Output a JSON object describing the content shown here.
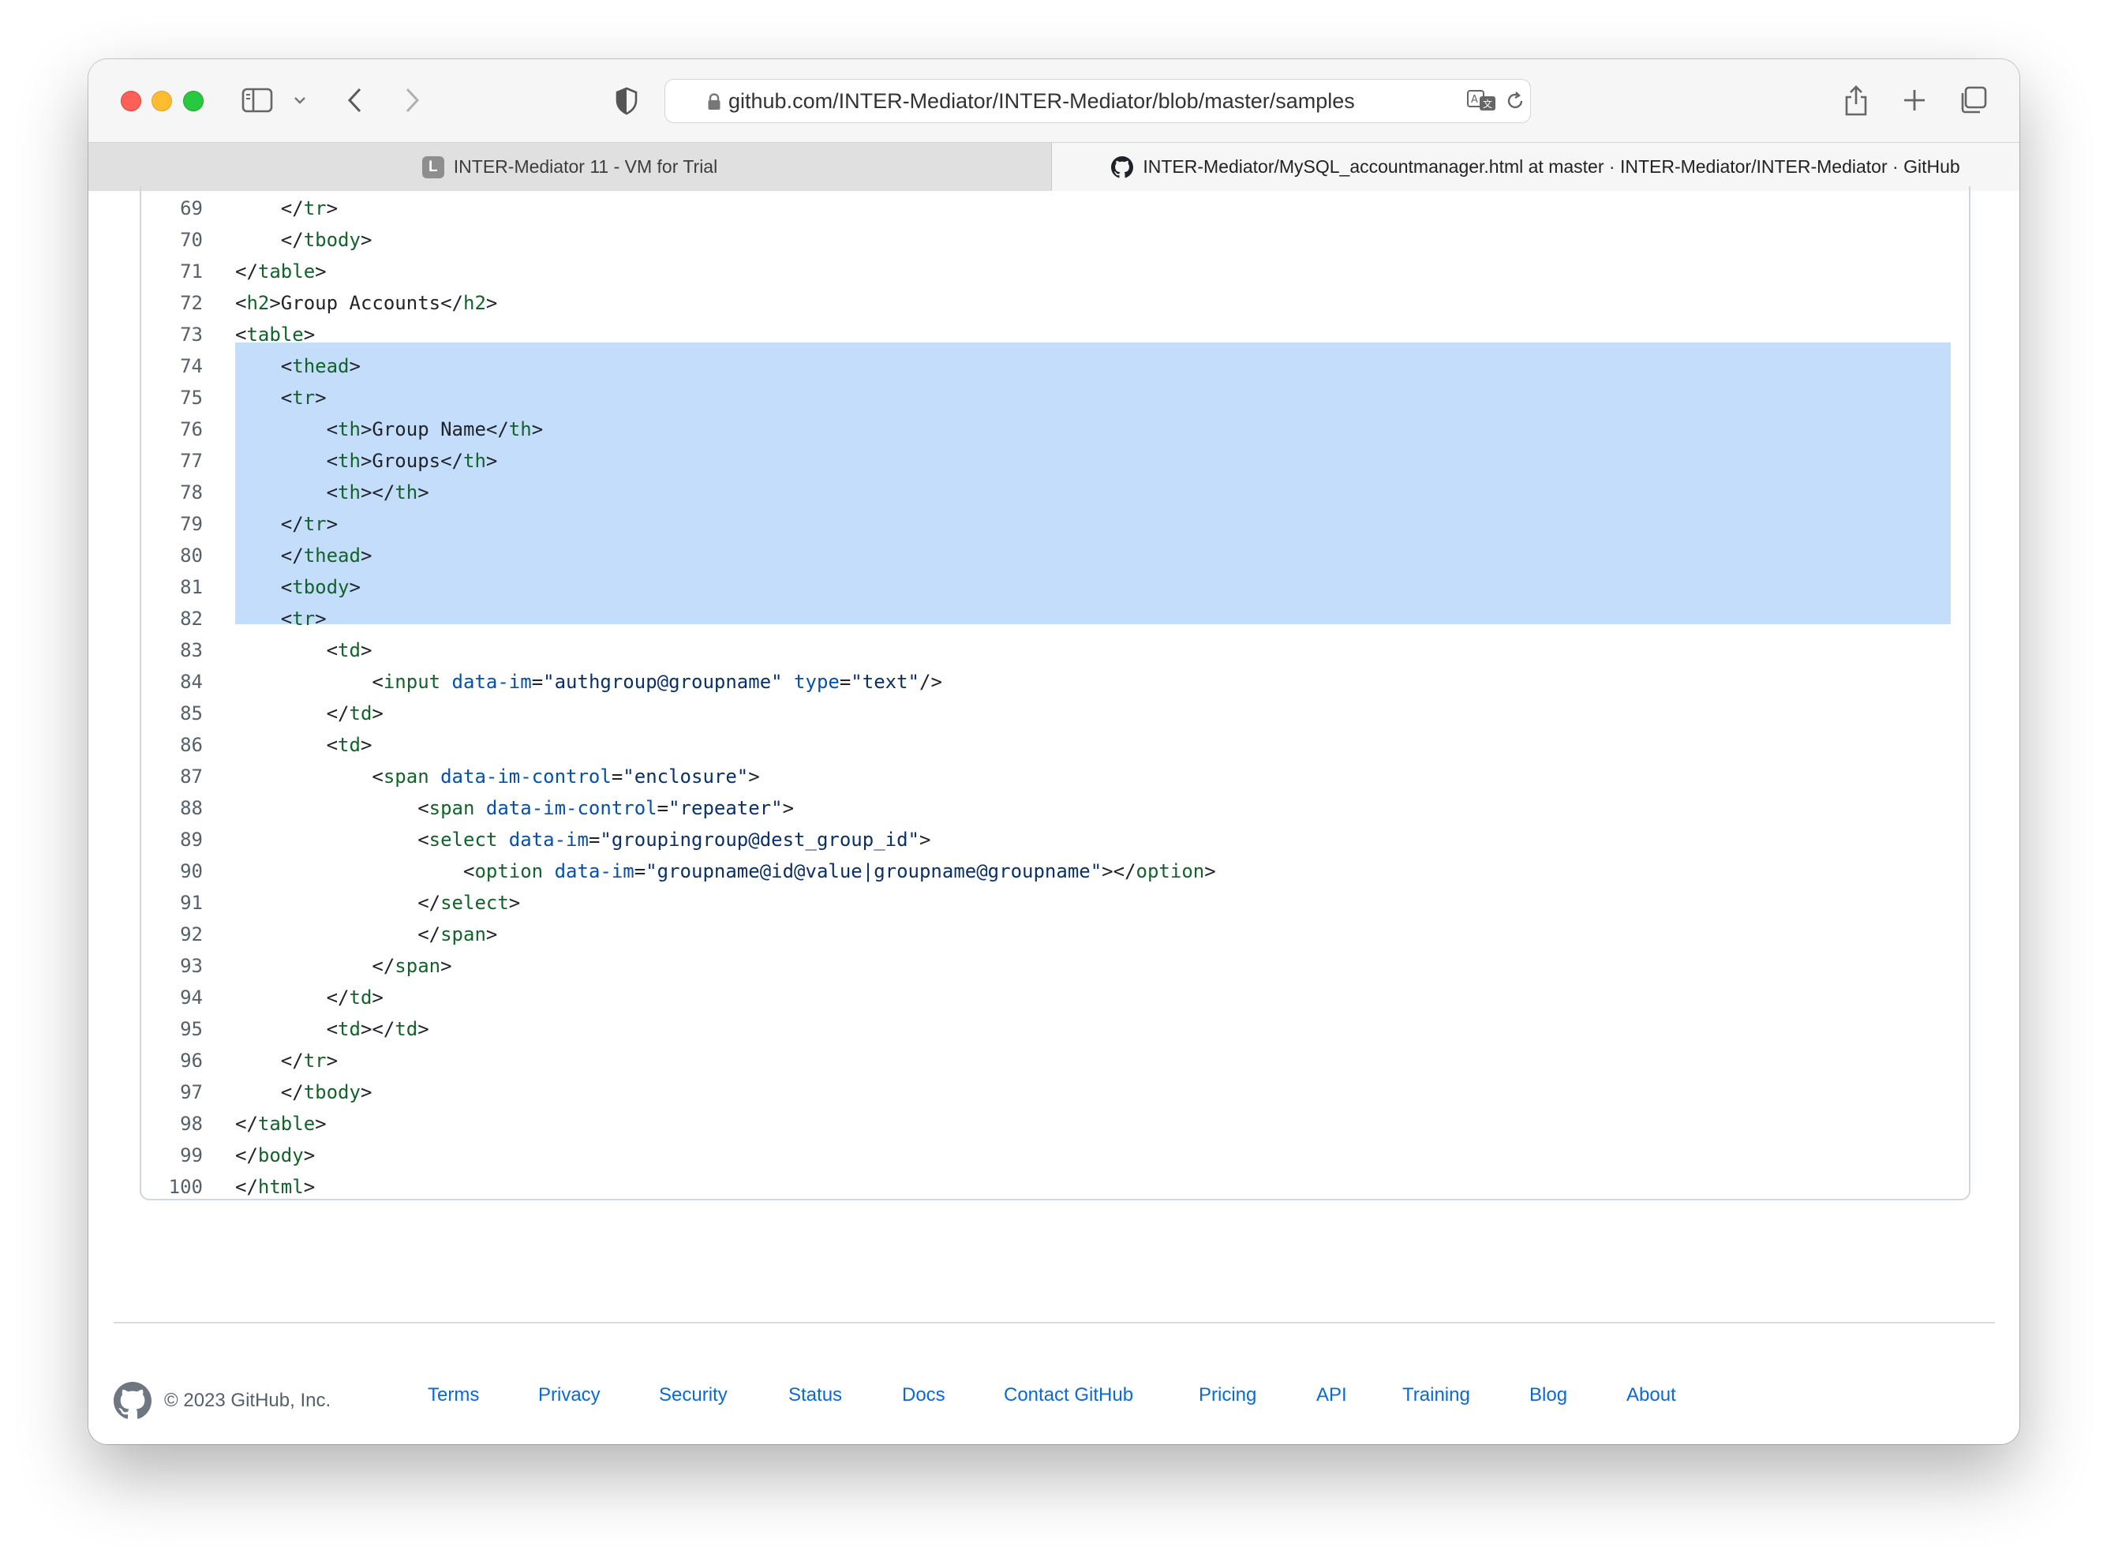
{
  "browser": {
    "url": "github.com/INTER-Mediator/INTER-Mediator/blob/master/samples",
    "tabs": [
      {
        "favicon": "L",
        "label": "INTER-Mediator 11 - VM for Trial"
      },
      {
        "label": "INTER-Mediator/MySQL_accountmanager.html at master · INTER-Mediator/INTER-Mediator · GitHub"
      }
    ]
  },
  "code": {
    "lines": [
      {
        "n": "69",
        "indent": 4,
        "tokens": [
          [
            "p",
            "</"
          ],
          [
            "t",
            "tr"
          ],
          [
            "p",
            ">"
          ]
        ]
      },
      {
        "n": "70",
        "indent": 4,
        "tokens": [
          [
            "p",
            "</"
          ],
          [
            "t",
            "tbody"
          ],
          [
            "p",
            ">"
          ]
        ]
      },
      {
        "n": "71",
        "indent": 0,
        "tokens": [
          [
            "p",
            "</"
          ],
          [
            "t",
            "table"
          ],
          [
            "p",
            ">"
          ]
        ]
      },
      {
        "n": "72",
        "indent": 0,
        "tokens": [
          [
            "p",
            "<"
          ],
          [
            "t",
            "h2"
          ],
          [
            "p",
            ">Group Accounts</"
          ],
          [
            "t",
            "h2"
          ],
          [
            "p",
            ">"
          ]
        ]
      },
      {
        "n": "73",
        "indent": 0,
        "tokens": [
          [
            "p",
            "<"
          ],
          [
            "t",
            "table"
          ],
          [
            "p",
            ">"
          ]
        ]
      },
      {
        "n": "74",
        "indent": 4,
        "tokens": [
          [
            "p",
            "<"
          ],
          [
            "t",
            "thead"
          ],
          [
            "p",
            ">"
          ]
        ]
      },
      {
        "n": "75",
        "indent": 4,
        "tokens": [
          [
            "p",
            "<"
          ],
          [
            "t",
            "tr"
          ],
          [
            "p",
            ">"
          ]
        ]
      },
      {
        "n": "76",
        "indent": 8,
        "tokens": [
          [
            "p",
            "<"
          ],
          [
            "t",
            "th"
          ],
          [
            "p",
            ">Group Name</"
          ],
          [
            "t",
            "th"
          ],
          [
            "p",
            ">"
          ]
        ]
      },
      {
        "n": "77",
        "indent": 8,
        "tokens": [
          [
            "p",
            "<"
          ],
          [
            "t",
            "th"
          ],
          [
            "p",
            ">Groups</"
          ],
          [
            "t",
            "th"
          ],
          [
            "p",
            ">"
          ]
        ]
      },
      {
        "n": "78",
        "indent": 8,
        "tokens": [
          [
            "p",
            "<"
          ],
          [
            "t",
            "th"
          ],
          [
            "p",
            "></"
          ],
          [
            "t",
            "th"
          ],
          [
            "p",
            ">"
          ]
        ]
      },
      {
        "n": "79",
        "indent": 4,
        "tokens": [
          [
            "p",
            "</"
          ],
          [
            "t",
            "tr"
          ],
          [
            "p",
            ">"
          ]
        ]
      },
      {
        "n": "80",
        "indent": 4,
        "tokens": [
          [
            "p",
            "</"
          ],
          [
            "t",
            "thead"
          ],
          [
            "p",
            ">"
          ]
        ]
      },
      {
        "n": "81",
        "indent": 4,
        "tokens": [
          [
            "p",
            "<"
          ],
          [
            "t",
            "tbody"
          ],
          [
            "p",
            ">"
          ]
        ]
      },
      {
        "n": "82",
        "indent": 4,
        "tokens": [
          [
            "p",
            "<"
          ],
          [
            "t",
            "tr"
          ],
          [
            "p",
            ">"
          ]
        ]
      },
      {
        "n": "83",
        "indent": 8,
        "tokens": [
          [
            "p",
            "<"
          ],
          [
            "t",
            "td"
          ],
          [
            "p",
            ">"
          ]
        ]
      },
      {
        "n": "84",
        "indent": 12,
        "tokens": [
          [
            "p",
            "<"
          ],
          [
            "t",
            "input"
          ],
          [
            "p",
            " "
          ],
          [
            "a",
            "data-im"
          ],
          [
            "p",
            "="
          ],
          [
            "s",
            "\"authgroup@groupname\""
          ],
          [
            "p",
            " "
          ],
          [
            "a",
            "type"
          ],
          [
            "p",
            "="
          ],
          [
            "s",
            "\"text\""
          ],
          [
            "p",
            "/>"
          ]
        ]
      },
      {
        "n": "85",
        "indent": 8,
        "tokens": [
          [
            "p",
            "</"
          ],
          [
            "t",
            "td"
          ],
          [
            "p",
            ">"
          ]
        ]
      },
      {
        "n": "86",
        "indent": 8,
        "tokens": [
          [
            "p",
            "<"
          ],
          [
            "t",
            "td"
          ],
          [
            "p",
            ">"
          ]
        ]
      },
      {
        "n": "87",
        "indent": 12,
        "tokens": [
          [
            "p",
            "<"
          ],
          [
            "t",
            "span"
          ],
          [
            "p",
            " "
          ],
          [
            "a",
            "data-im-control"
          ],
          [
            "p",
            "="
          ],
          [
            "s",
            "\"enclosure\""
          ],
          [
            "p",
            ">"
          ]
        ]
      },
      {
        "n": "88",
        "indent": 16,
        "tokens": [
          [
            "p",
            "<"
          ],
          [
            "t",
            "span"
          ],
          [
            "p",
            " "
          ],
          [
            "a",
            "data-im-control"
          ],
          [
            "p",
            "="
          ],
          [
            "s",
            "\"repeater\""
          ],
          [
            "p",
            ">"
          ]
        ]
      },
      {
        "n": "89",
        "indent": 16,
        "tokens": [
          [
            "p",
            "<"
          ],
          [
            "t",
            "select"
          ],
          [
            "p",
            " "
          ],
          [
            "a",
            "data-im"
          ],
          [
            "p",
            "="
          ],
          [
            "s",
            "\"groupingroup@dest_group_id\""
          ],
          [
            "p",
            ">"
          ]
        ]
      },
      {
        "n": "90",
        "indent": 20,
        "tokens": [
          [
            "p",
            "<"
          ],
          [
            "t",
            "option"
          ],
          [
            "p",
            " "
          ],
          [
            "a",
            "data-im"
          ],
          [
            "p",
            "="
          ],
          [
            "s",
            "\"groupname@id@value|groupname@groupname\""
          ],
          [
            "p",
            "></"
          ],
          [
            "t",
            "option"
          ],
          [
            "p",
            ">"
          ]
        ]
      },
      {
        "n": "91",
        "indent": 16,
        "tokens": [
          [
            "p",
            "</"
          ],
          [
            "t",
            "select"
          ],
          [
            "p",
            ">"
          ]
        ]
      },
      {
        "n": "92",
        "indent": 16,
        "tokens": [
          [
            "p",
            "</"
          ],
          [
            "t",
            "span"
          ],
          [
            "p",
            ">"
          ]
        ]
      },
      {
        "n": "93",
        "indent": 12,
        "tokens": [
          [
            "p",
            "</"
          ],
          [
            "t",
            "span"
          ],
          [
            "p",
            ">"
          ]
        ]
      },
      {
        "n": "94",
        "indent": 8,
        "tokens": [
          [
            "p",
            "</"
          ],
          [
            "t",
            "td"
          ],
          [
            "p",
            ">"
          ]
        ]
      },
      {
        "n": "95",
        "indent": 8,
        "tokens": [
          [
            "p",
            "<"
          ],
          [
            "t",
            "td"
          ],
          [
            "p",
            "></"
          ],
          [
            "t",
            "td"
          ],
          [
            "p",
            ">"
          ]
        ]
      },
      {
        "n": "96",
        "indent": 4,
        "tokens": [
          [
            "p",
            "</"
          ],
          [
            "t",
            "tr"
          ],
          [
            "p",
            ">"
          ]
        ]
      },
      {
        "n": "97",
        "indent": 4,
        "tokens": [
          [
            "p",
            "</"
          ],
          [
            "t",
            "tbody"
          ],
          [
            "p",
            ">"
          ]
        ]
      },
      {
        "n": "98",
        "indent": 0,
        "tokens": [
          [
            "p",
            "</"
          ],
          [
            "t",
            "table"
          ],
          [
            "p",
            ">"
          ]
        ]
      },
      {
        "n": "99",
        "indent": 0,
        "tokens": [
          [
            "p",
            "</"
          ],
          [
            "t",
            "body"
          ],
          [
            "p",
            ">"
          ]
        ]
      },
      {
        "n": "100",
        "indent": 0,
        "tokens": [
          [
            "p",
            "</"
          ],
          [
            "t",
            "html"
          ],
          [
            "p",
            ">"
          ]
        ]
      }
    ],
    "selected_lines": [
      "72",
      "80"
    ]
  },
  "footer": {
    "copyright": "© 2023 GitHub, Inc.",
    "links": [
      "Terms",
      "Privacy",
      "Security",
      "Status",
      "Docs",
      "Contact GitHub",
      "Pricing",
      "API",
      "Training",
      "Blog",
      "About"
    ]
  },
  "icons": {
    "sidebar": "sidebar-icon",
    "back": "chevron-left-icon",
    "forward": "chevron-right-icon",
    "privacy": "shield-icon",
    "lock": "lock-icon",
    "translate": "translate-icon",
    "reload": "reload-icon",
    "share": "share-icon",
    "new_tab": "plus-icon",
    "tab_overview": "tabs-icon",
    "github": "github-icon"
  },
  "colors": {
    "selection": "#c4ddfb",
    "link": "#0969da",
    "tag": "#116329",
    "attribute": "#0550ae",
    "string": "#0a3069"
  }
}
